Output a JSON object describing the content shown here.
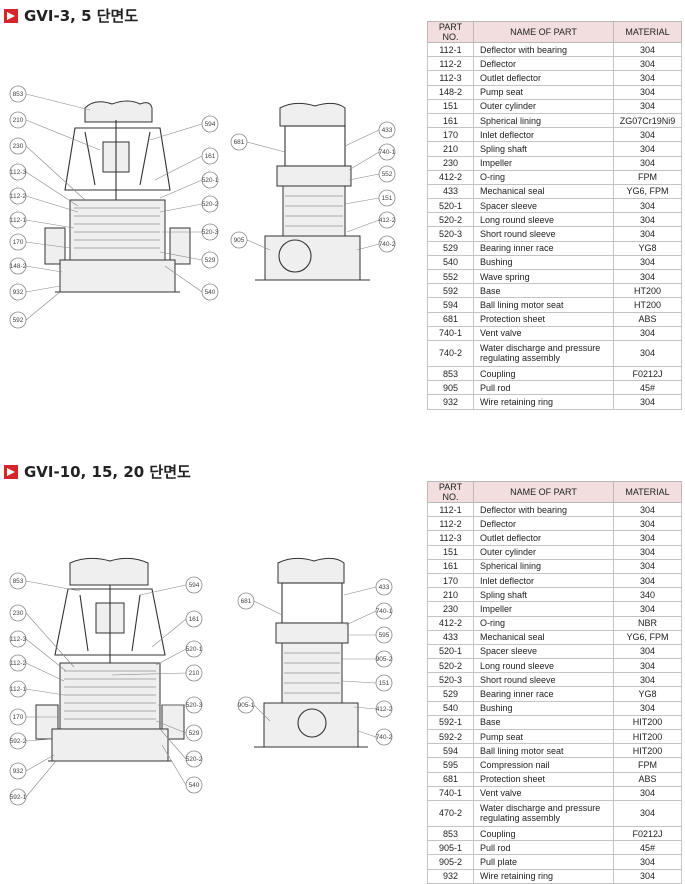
{
  "section1": {
    "title": "GVI-3, 5 단면도",
    "headers": [
      "PART NO.",
      "NAME OF PART",
      "MATERIAL"
    ],
    "rows": [
      [
        "112-1",
        "Deflector with bearing",
        "304"
      ],
      [
        "112-2",
        "Deflector",
        "304"
      ],
      [
        "112-3",
        "Outlet deflector",
        "304"
      ],
      [
        "148-2",
        "Pump seat",
        "304"
      ],
      [
        "151",
        "Outer cylinder",
        "304"
      ],
      [
        "161",
        "Spherical lining",
        "ZG07Cr19Ni9"
      ],
      [
        "170",
        "Inlet deflector",
        "304"
      ],
      [
        "210",
        "Spling shaft",
        "304"
      ],
      [
        "230",
        "Impeller",
        "304"
      ],
      [
        "412-2",
        "O-ring",
        "FPM"
      ],
      [
        "433",
        "Mechanical seal",
        "YG6, FPM"
      ],
      [
        "520-1",
        "Spacer sleeve",
        "304"
      ],
      [
        "520-2",
        "Long round sleeve",
        "304"
      ],
      [
        "520-3",
        "Short round sleeve",
        "304"
      ],
      [
        "529",
        "Bearing inner race",
        "YG8"
      ],
      [
        "540",
        "Bushing",
        "304"
      ],
      [
        "552",
        "Wave spring",
        "304"
      ],
      [
        "592",
        "Base",
        "HT200"
      ],
      [
        "594",
        "Ball lining motor seat",
        "HT200"
      ],
      [
        "681",
        "Protection sheet",
        "ABS"
      ],
      [
        "740-1",
        "Vent valve",
        "304"
      ],
      [
        "740-2",
        "Water discharge and pressure regulating assembly",
        "304"
      ],
      [
        "853",
        "Coupling",
        "F0212J"
      ],
      [
        "905",
        "Pull rod",
        "45#"
      ],
      [
        "932",
        "Wire retaining ring",
        "304"
      ]
    ],
    "front_labels": [
      "853",
      "210",
      "230",
      "112-3",
      "112-2",
      "112-1",
      "170",
      "148-2",
      "932",
      "592",
      "594",
      "161",
      "520-1",
      "520-2",
      "520-3",
      "529",
      "540"
    ],
    "side_labels": [
      "681",
      "905",
      "433",
      "740-1",
      "552",
      "151",
      "412-2",
      "740-2"
    ]
  },
  "section2": {
    "title": "GVI-10, 15, 20 단면도",
    "headers": [
      "PART NO.",
      "NAME OF PART",
      "MATERIAL"
    ],
    "rows": [
      [
        "112-1",
        "Deflector with bearing",
        "304"
      ],
      [
        "112-2",
        "Deflector",
        "304"
      ],
      [
        "112-3",
        "Outlet deflector",
        "304"
      ],
      [
        "151",
        "Outer cylinder",
        "304"
      ],
      [
        "161",
        "Spherical lining",
        "304"
      ],
      [
        "170",
        "Inlet deflector",
        "304"
      ],
      [
        "210",
        "Spling shaft",
        "340"
      ],
      [
        "230",
        "Impeller",
        "304"
      ],
      [
        "412-2",
        "O-ring",
        "NBR"
      ],
      [
        "433",
        "Mechanical seal",
        "YG6, FPM"
      ],
      [
        "520-1",
        "Spacer sleeve",
        "304"
      ],
      [
        "520-2",
        "Long round sleeve",
        "304"
      ],
      [
        "520-3",
        "Short round sleeve",
        "304"
      ],
      [
        "529",
        "Bearing inner race",
        "YG8"
      ],
      [
        "540",
        "Bushing",
        "304"
      ],
      [
        "592-1",
        "Base",
        "HIT200"
      ],
      [
        "592-2",
        "Pump seat",
        "HIT200"
      ],
      [
        "594",
        "Ball lining motor seat",
        "HIT200"
      ],
      [
        "595",
        "Compression nail",
        "FPM"
      ],
      [
        "681",
        "Protection sheet",
        "ABS"
      ],
      [
        "740-1",
        "Vent valve",
        "304"
      ],
      [
        "470-2",
        "Water discharge and pressure regulating assembly",
        "304"
      ],
      [
        "853",
        "Coupling",
        "F0212J"
      ],
      [
        "905-1",
        "Pull rod",
        "45#"
      ],
      [
        "905-2",
        "Pull plate",
        "304"
      ],
      [
        "932",
        "Wire retaining ring",
        "304"
      ]
    ],
    "front_labels": [
      "853",
      "230",
      "112-3",
      "112-2",
      "112-1",
      "170",
      "592-2",
      "932",
      "592-1",
      "594",
      "161",
      "520-1",
      "210",
      "520-3",
      "529",
      "520-2",
      "540"
    ],
    "side_labels": [
      "681",
      "905-1",
      "433",
      "740-1",
      "595",
      "905-2",
      "151",
      "412-2",
      "740-2"
    ]
  }
}
